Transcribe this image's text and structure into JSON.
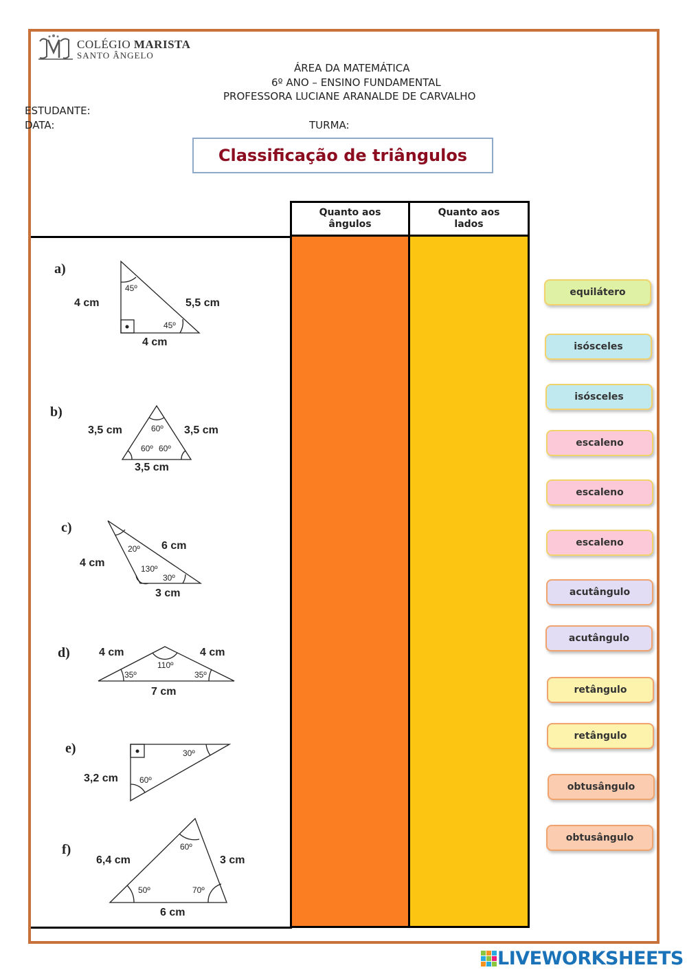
{
  "school": {
    "name_part1": "COLÉGIO ",
    "name_part2": "MARISTA",
    "subtitle": "SANTO ÂNGELO"
  },
  "header": {
    "area": "ÁREA DA MATEMÁTICA",
    "grade": "6º ANO – ENSINO FUNDAMENTAL",
    "teacher": "PROFESSORA LUCIANE ARANALDE DE CARVALHO",
    "student_label": "ESTUDANTE:",
    "date_label": "DATA:",
    "class_label": "TURMA:"
  },
  "title": "Classificação de triângulos",
  "table": {
    "col1_line1": "Quanto aos",
    "col1_line2": "ângulos",
    "col2_line1": "Quanto aos",
    "col2_line2": "lados",
    "col1_color": "#fb7f22",
    "col2_color": "#fcc512"
  },
  "triangles": {
    "a": {
      "letter": "a)",
      "left": "4 cm",
      "hyp": "5,5 cm",
      "bottom": "4 cm",
      "ang_top": "45º",
      "ang_right": "45º"
    },
    "b": {
      "letter": "b)",
      "left": "3,5 cm",
      "right": "3,5 cm",
      "bottom": "3,5 cm",
      "ang_top": "60º",
      "ang_left": "60º",
      "ang_right": "60º"
    },
    "c": {
      "letter": "c)",
      "left": "4 cm",
      "right": "6 cm",
      "bottom": "3 cm",
      "ang_top": "20º",
      "ang_mid": "130º",
      "ang_right": "30º"
    },
    "d": {
      "letter": "d)",
      "left": "4 cm",
      "right": "4 cm",
      "bottom": "7 cm",
      "ang_top": "110º",
      "ang_left": "35º",
      "ang_right": "35º"
    },
    "e": {
      "letter": "e)",
      "left": "3,2 cm",
      "ang_right": "30º",
      "ang_bottom": "60º"
    },
    "f": {
      "letter": "f)",
      "left": "6,4 cm",
      "right": "3 cm",
      "bottom": "6 cm",
      "ang_top": "60º",
      "ang_left": "50º",
      "ang_right": "70º"
    }
  },
  "chips": [
    {
      "label": "equilátero",
      "bg": "#dff1a4",
      "border": "#f2d36b"
    },
    {
      "label": "isósceles",
      "bg": "#bfe8ef",
      "border": "#f2d36b"
    },
    {
      "label": "isósceles",
      "bg": "#bfe8ef",
      "border": "#f2d36b"
    },
    {
      "label": "escaleno",
      "bg": "#fbc9d8",
      "border": "#f2d36b"
    },
    {
      "label": "escaleno",
      "bg": "#fbc9d8",
      "border": "#f2d36b"
    },
    {
      "label": "escaleno",
      "bg": "#fbc9d8",
      "border": "#f2d36b"
    },
    {
      "label": "acutângulo",
      "bg": "#e2dcf4",
      "border": "#f0a36c"
    },
    {
      "label": "acutângulo",
      "bg": "#e2dcf4",
      "border": "#f0a36c"
    },
    {
      "label": "retângulo",
      "bg": "#fdf3ad",
      "border": "#f0a36c"
    },
    {
      "label": "retângulo",
      "bg": "#fdf3ad",
      "border": "#f0a36c"
    },
    {
      "label": "obtusângulo",
      "bg": "#fcccb0",
      "border": "#f0a36c"
    },
    {
      "label": "obtusângulo",
      "bg": "#fcccb0",
      "border": "#f0a36c"
    }
  ],
  "footer": {
    "brand": "LIVEWORKSHEETS"
  }
}
